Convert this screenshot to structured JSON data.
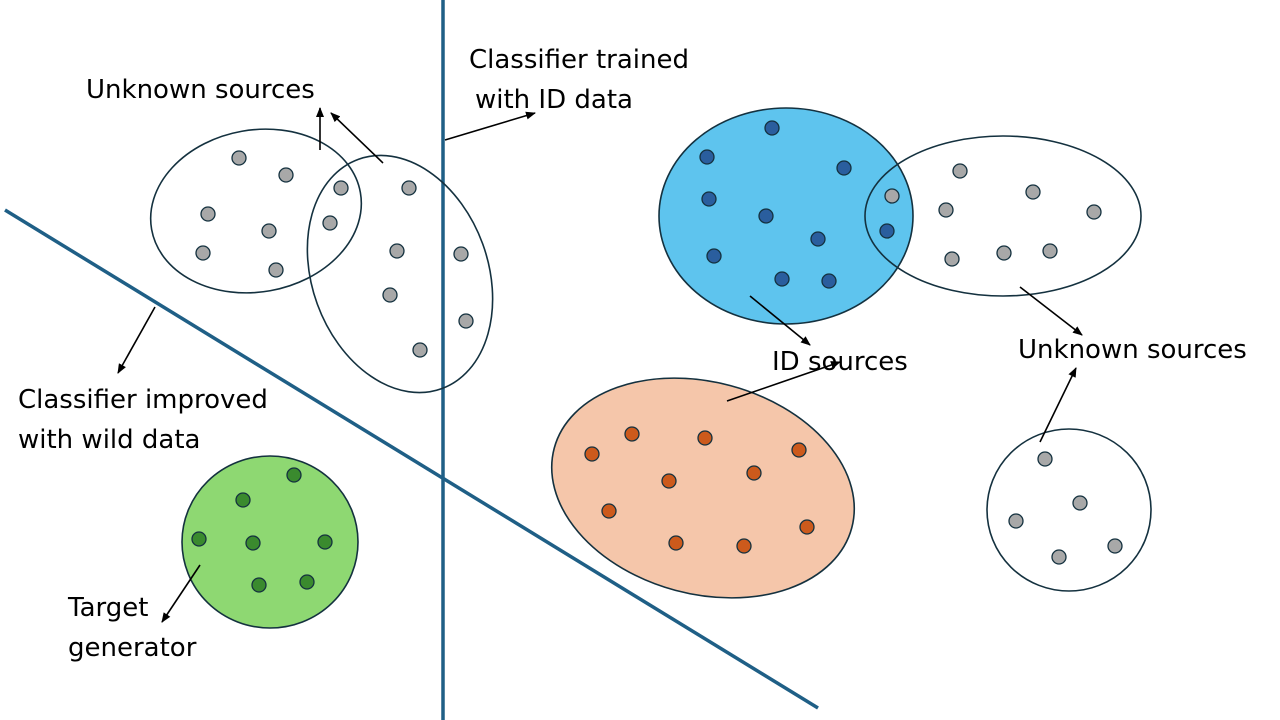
{
  "labels": {
    "unknown_sources_left": "Unknown sources",
    "classifier_trained_line1": "Classifier trained",
    "classifier_trained_line2": "with ID data",
    "classifier_improved_line1": "Classifier improved",
    "classifier_improved_line2": "with wild data",
    "target_generator_line1": "Target",
    "target_generator_line2": "generator",
    "id_sources": "ID sources",
    "unknown_sources_right": "Unknown sources"
  },
  "colors": {
    "boundary_line": "#1f5f86",
    "cluster_outline": "#14313f",
    "unknown_point": "#a8a8a8",
    "id_fill": "#5ec4ee",
    "id_point": "#2a5e9e",
    "wild_id_fill": "#f5c6aa",
    "wild_id_point": "#cc5a1c",
    "target_fill": "#8ed872",
    "target_point": "#3a8a2e"
  },
  "clusters": [
    {
      "name": "unknown-cluster-a",
      "fill": "none",
      "point": "unknown_point"
    },
    {
      "name": "unknown-cluster-b",
      "fill": "none",
      "point": "unknown_point"
    },
    {
      "name": "id-cluster",
      "fill": "id_fill",
      "point": "id_point"
    },
    {
      "name": "unknown-cluster-c",
      "fill": "none",
      "point": "unknown_point"
    },
    {
      "name": "wild-id-cluster",
      "fill": "wild_id_fill",
      "point": "wild_id_point"
    },
    {
      "name": "unknown-cluster-d",
      "fill": "none",
      "point": "unknown_point"
    },
    {
      "name": "target-cluster",
      "fill": "target_fill",
      "point": "target_point"
    }
  ]
}
